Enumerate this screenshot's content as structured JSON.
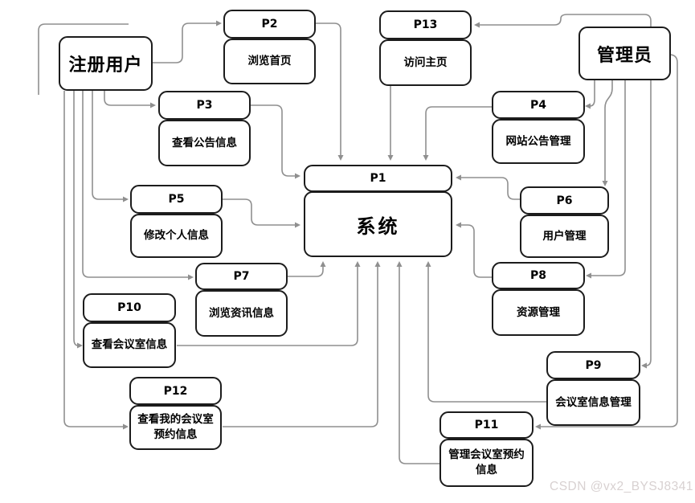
{
  "diagram": {
    "title_hint": "system data-flow diagram",
    "actors": {
      "user": {
        "label": "注册用户"
      },
      "admin": {
        "label": "管理员"
      }
    },
    "system": {
      "id": "P1",
      "label": "系统"
    },
    "processes": {
      "p2": {
        "id": "P2",
        "label": "浏览首页"
      },
      "p13": {
        "id": "P13",
        "label": "访问主页"
      },
      "p3": {
        "id": "P3",
        "label": "查看公告信息"
      },
      "p4": {
        "id": "P4",
        "label": "网站公告管理"
      },
      "p5": {
        "id": "P5",
        "label": "修改个人信息"
      },
      "p6": {
        "id": "P6",
        "label": "用户管理"
      },
      "p7": {
        "id": "P7",
        "label": "浏览资讯信息"
      },
      "p8": {
        "id": "P8",
        "label": "资源管理"
      },
      "p10": {
        "id": "P10",
        "label": "查看会议室信息"
      },
      "p9": {
        "id": "P9",
        "label": "会议室信息管理"
      },
      "p12": {
        "id": "P12",
        "label": "查看我的会议室预约信息"
      },
      "p11": {
        "id": "P11",
        "label": "管理会议室预约信息"
      }
    },
    "watermark": "CSDN @vx2_BYSJ8341",
    "colors": {
      "connector": "#8f8f8f",
      "box_border": "#1c1c1c",
      "box_fill": "#ffffff",
      "watermark": "#d8d1d1"
    }
  }
}
